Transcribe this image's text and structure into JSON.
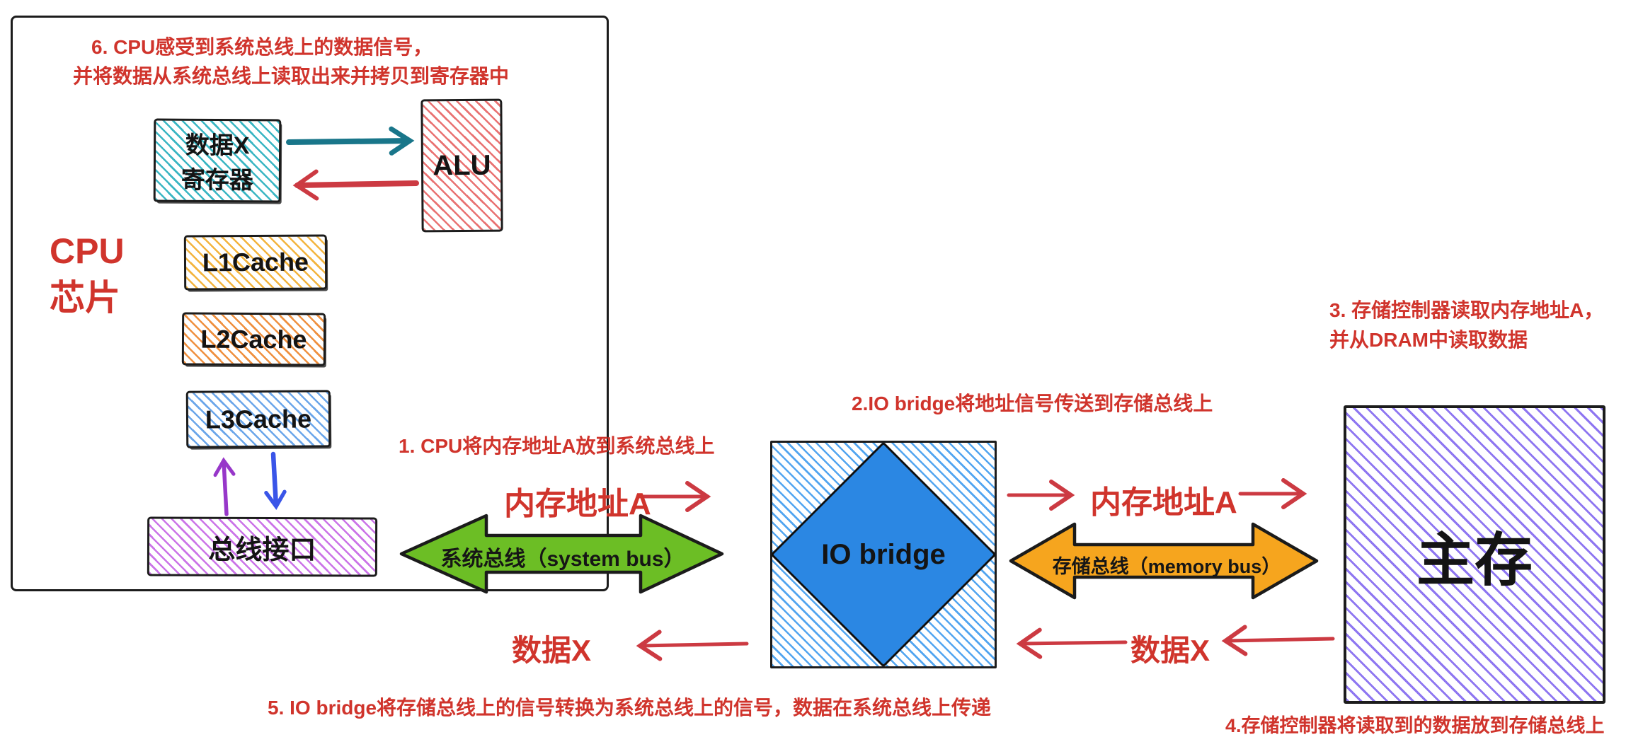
{
  "colors": {
    "annotation_red": "#d0342c",
    "arrow_red": "#cc3a42",
    "arrow_teal": "#19768a",
    "arrow_purple": "#9737c9",
    "arrow_blue": "#3a55e8",
    "register_hatch": "#3ab6c3",
    "alu_hatch": "#e97272",
    "l1_hatch": "#f3b43e",
    "l2_hatch": "#ef903f",
    "l3_hatch": "#6ba6ea",
    "bus_interface_hatch": "#cb74e8",
    "system_bus_fill": "#6cbe25",
    "memory_bus_fill": "#f6a51e",
    "io_bridge_hatch": "#52a5f0",
    "io_bridge_diamond": "#2b87e3",
    "main_memory_hatch": "#8e76f1",
    "outline": "#1c1c1c"
  },
  "cpu_chip": {
    "label_line1": "CPU",
    "label_line2": "芯片",
    "register": {
      "data_label": "数据X",
      "name_label": "寄存器"
    },
    "alu_label": "ALU",
    "caches": [
      "L1Cache",
      "L2Cache",
      "L3Cache"
    ],
    "bus_interface_label": "总线接口"
  },
  "io_bridge": {
    "label": "IO bridge"
  },
  "main_memory": {
    "label": "主存"
  },
  "buses": {
    "system_bus_label": "系统总线（system bus）",
    "memory_bus_label": "存储总线（memory bus）"
  },
  "flow_labels": {
    "address_left": "内存地址A",
    "address_right": "内存地址A",
    "data_left": "数据X",
    "data_right": "数据X"
  },
  "annotations": {
    "step1": "1. CPU将内存地址A放到系统总线上",
    "step2": "2.IO bridge将地址信号传送到存储总线上",
    "step3_line1": "3. 存储控制器读取内存地址A，",
    "step3_line2": "并从DRAM中读取数据",
    "step4": "4.存储控制器将读取到的数据放到存储总线上",
    "step5": "5. IO bridge将存储总线上的信号转换为系统总线上的信号，数据在系统总线上传递",
    "step6_line1": "6. CPU感受到系统总线上的数据信号，",
    "step6_line2": "并将数据从系统总线上读取出来并拷贝到寄存器中"
  }
}
